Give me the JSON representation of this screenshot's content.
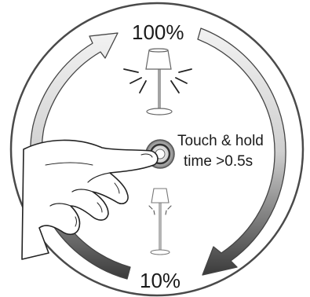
{
  "labels": {
    "max_brightness": "100%",
    "min_brightness": "10%",
    "instruction_line1": "Touch & hold",
    "instruction_line2": "time >0.5s"
  }
}
